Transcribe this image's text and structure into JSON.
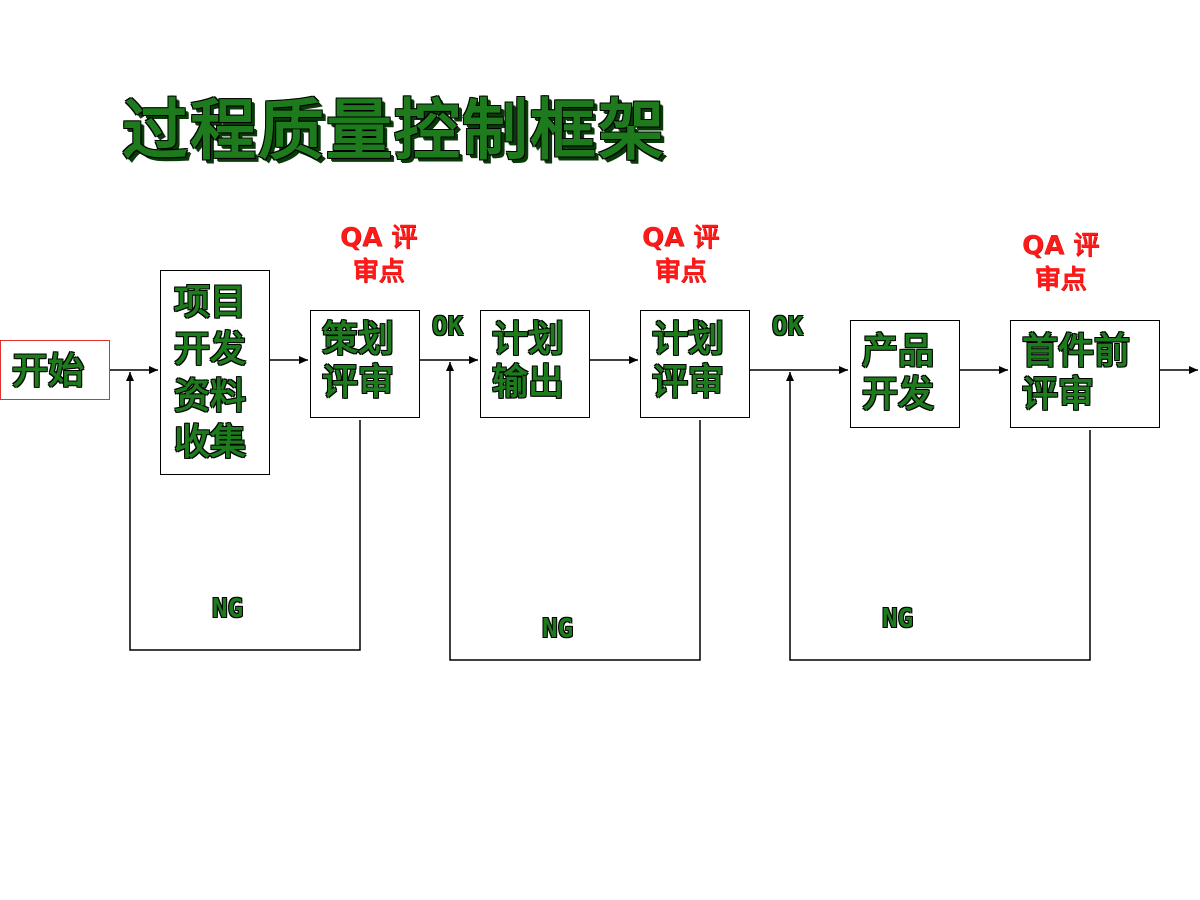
{
  "title": "过程质量控制框架",
  "nodes": {
    "start": "开始",
    "collect": "项目\n开发\n资料\n收集",
    "plan_review": "策划\n评审",
    "plan_output": "计划\n输出",
    "plan_eval": "计划\n评审",
    "product_dev": "产品\n开发",
    "first_article": "首件前\n评审"
  },
  "qa_points": [
    "QA 评\n审点",
    "QA 评\n审点",
    "QA 评\n审点"
  ],
  "ok_labels": [
    "OK",
    "OK"
  ],
  "ng_labels": [
    "NG",
    "NG",
    "NG"
  ],
  "colors": {
    "text_green": "#1d7a1d",
    "qa_red": "#ff1a1a",
    "start_border": "#e03030"
  }
}
